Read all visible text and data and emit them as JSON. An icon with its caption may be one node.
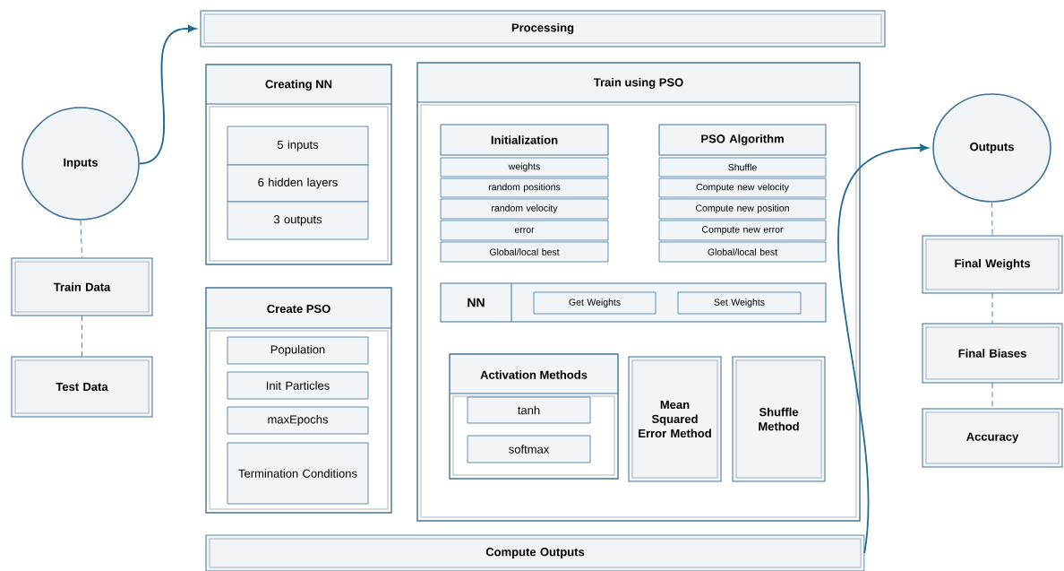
{
  "diagram": {
    "nodes": [
      {
        "text": [
          "Inputs"
        ]
      },
      {
        "text": [
          "Train Data"
        ]
      },
      {
        "text": [
          "Test Data"
        ]
      },
      {
        "text": [
          "Processing"
        ]
      },
      {
        "text": [
          "Creating NN"
        ]
      },
      {
        "text": [
          "5 inputs"
        ],
        "in": 4
      },
      {
        "text": [
          "6 hidden layers"
        ],
        "in": 4
      },
      {
        "text": [
          "3 outputs"
        ],
        "in": 4
      },
      {
        "text": [
          "Create PSO"
        ]
      },
      {
        "text": [
          "Population"
        ],
        "in": 8
      },
      {
        "text": [
          "Init Particles"
        ],
        "in": 8
      },
      {
        "text": [
          "maxEpochs"
        ],
        "in": 8
      },
      {
        "text": [
          "Termination Conditions"
        ],
        "in": 8
      },
      {
        "text": [
          "Train using PSO"
        ]
      },
      {
        "text": [
          "Initialization"
        ],
        "in": 13
      },
      {
        "text": [
          "weights"
        ],
        "in": 13
      },
      {
        "text": [
          "random positions"
        ],
        "in": 13
      },
      {
        "text": [
          "random velocity"
        ],
        "in": 13
      },
      {
        "text": [
          "error"
        ],
        "in": 13
      },
      {
        "text": [
          "Global/local best"
        ],
        "in": 13
      },
      {
        "text": [
          "PSO Algorithm"
        ],
        "in": 13
      },
      {
        "text": [
          "Shuffle"
        ],
        "in": 13
      },
      {
        "text": [
          "Compute new velocity"
        ],
        "in": 13
      },
      {
        "text": [
          "Compute new position"
        ],
        "in": 13
      },
      {
        "text": [
          "Compute new error"
        ],
        "in": 13
      },
      {
        "text": [
          "Global/local best"
        ],
        "in": 13
      },
      {
        "text": [
          "NN"
        ],
        "in": 13
      },
      {
        "text": [
          "Get Weights"
        ],
        "in": 26
      },
      {
        "text": [
          "Set Weights"
        ],
        "in": 26
      },
      {
        "text": [
          "Activation Methods"
        ],
        "in": 13
      },
      {
        "text": [
          "tanh"
        ],
        "in": 29
      },
      {
        "text": [
          "softmax"
        ],
        "in": 29
      },
      {
        "text": [
          "Mean Squared Error Method"
        ],
        "in": 13
      },
      {
        "text": [
          "Shuffle Method"
        ],
        "in": 13
      },
      {
        "text": [
          "Compute Outputs"
        ]
      },
      {
        "text": [
          "Outputs"
        ]
      },
      {
        "text": [
          "Final Weights"
        ]
      },
      {
        "text": [
          "Final Biases"
        ]
      },
      {
        "text": [
          "Accuracy"
        ]
      }
    ],
    "edges": [
      {
        "from": 0,
        "to": 3,
        "arrow": "to",
        "color": "#1f6a96"
      },
      {
        "from": 0,
        "to": 1,
        "arrow": "none",
        "style": "dashed"
      },
      {
        "from": 1,
        "to": 2,
        "arrow": "none",
        "style": "dashed"
      },
      {
        "from": 34,
        "to": 35,
        "arrow": "to",
        "color": "#1f6a96"
      },
      {
        "from": 35,
        "to": 36,
        "arrow": "none",
        "style": "dashed"
      },
      {
        "from": 36,
        "to": 37,
        "arrow": "none",
        "style": "dashed"
      },
      {
        "from": 37,
        "to": 38,
        "arrow": "none",
        "style": "dashed"
      }
    ]
  }
}
